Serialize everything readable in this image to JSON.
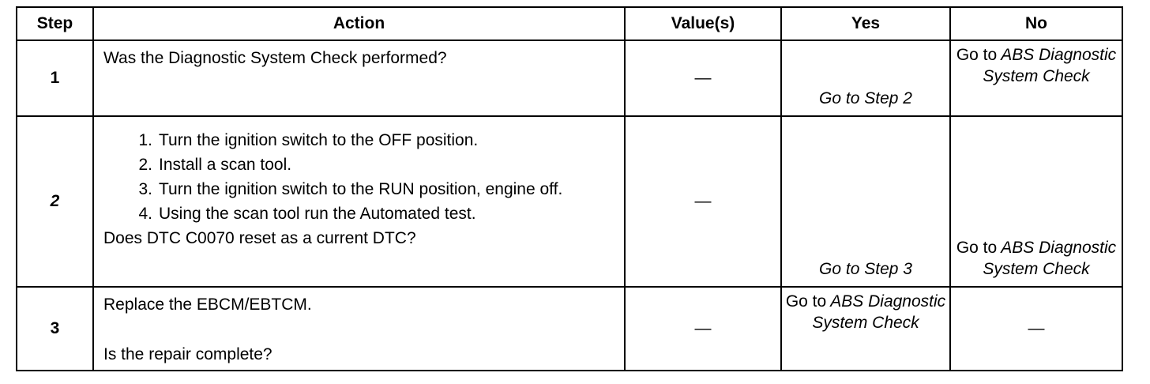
{
  "headers": {
    "step": "Step",
    "action": "Action",
    "values": "Value(s)",
    "yes": "Yes",
    "no": "No"
  },
  "rows": [
    {
      "step": "1",
      "action_text": "Was the Diagnostic System Check performed?",
      "value": "—",
      "yes": "Go to Step 2",
      "no": {
        "prefix": "Go to",
        "italic": "ABS Diagnostic System Check"
      }
    },
    {
      "step": "2",
      "steps": [
        {
          "n": "1.",
          "t": "Turn the ignition switch to the OFF position."
        },
        {
          "n": "2.",
          "t": "Install a scan tool."
        },
        {
          "n": "3.",
          "t": "Turn the ignition switch to the RUN position, engine off."
        },
        {
          "n": "4.",
          "t": "Using the scan tool run the Automated test."
        }
      ],
      "question": "Does DTC C0070 reset as a current DTC?",
      "value": "—",
      "yes": "Go to Step 3",
      "no": {
        "prefix": "Go to",
        "italic": "ABS Diagnostic System Check"
      }
    },
    {
      "step": "3",
      "action_text": "Replace the EBCM/EBTCM.",
      "question": "Is the repair complete?",
      "value": "—",
      "yes": {
        "prefix": "Go to",
        "italic": "ABS Diagnostic System Check"
      },
      "no": "—"
    }
  ]
}
